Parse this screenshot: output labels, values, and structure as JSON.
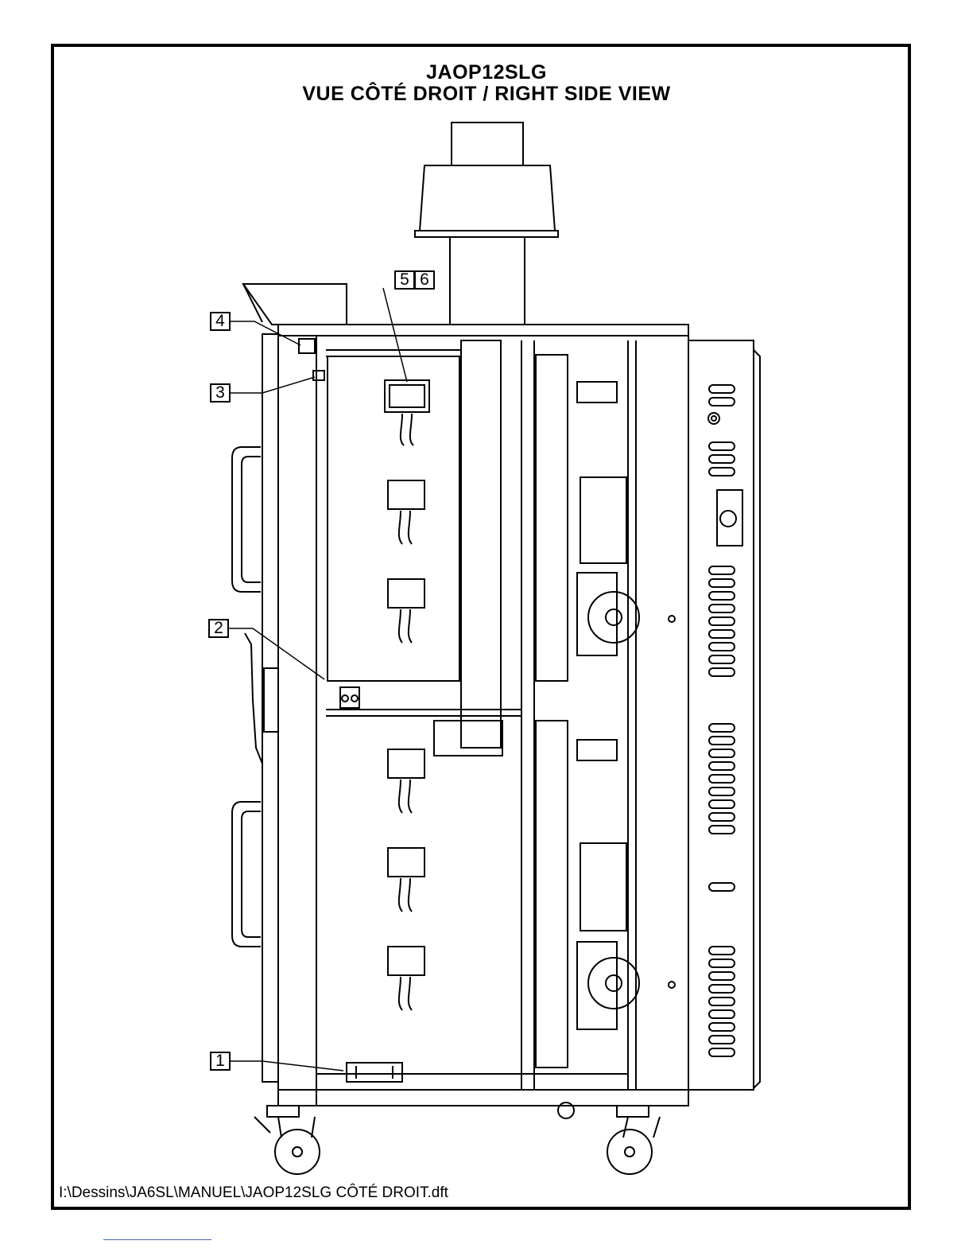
{
  "title": {
    "model": "JAOP12SLG",
    "view": "VUE CÔTÉ DROIT / RIGHT SIDE VIEW"
  },
  "callouts": {
    "c1": "1",
    "c2": "2",
    "c3": "3",
    "c4": "4",
    "c5": "5",
    "c6": "6"
  },
  "file_path": "I:\\Dessins\\JA6SL\\MANUEL\\JAOP12SLG CÔTÉ DROIT.dft"
}
